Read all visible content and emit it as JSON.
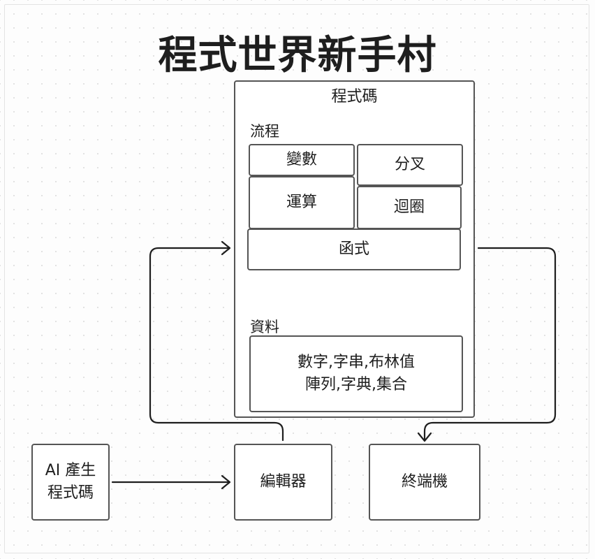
{
  "title": "程式世界新手村",
  "code": {
    "title": "程式碼",
    "flow": {
      "label": "流程",
      "variables": "變數",
      "branch": "分叉",
      "operations": "運算",
      "loop": "迴圈",
      "functions": "函式"
    },
    "data": {
      "label": "資料",
      "line1": "數字,字串,布林值",
      "line2": "陣列,字典,集合"
    }
  },
  "nodes": {
    "ai_line1": "AI 產生",
    "ai_line2": "程式碼",
    "editor": "編輯器",
    "terminal": "終端機"
  }
}
